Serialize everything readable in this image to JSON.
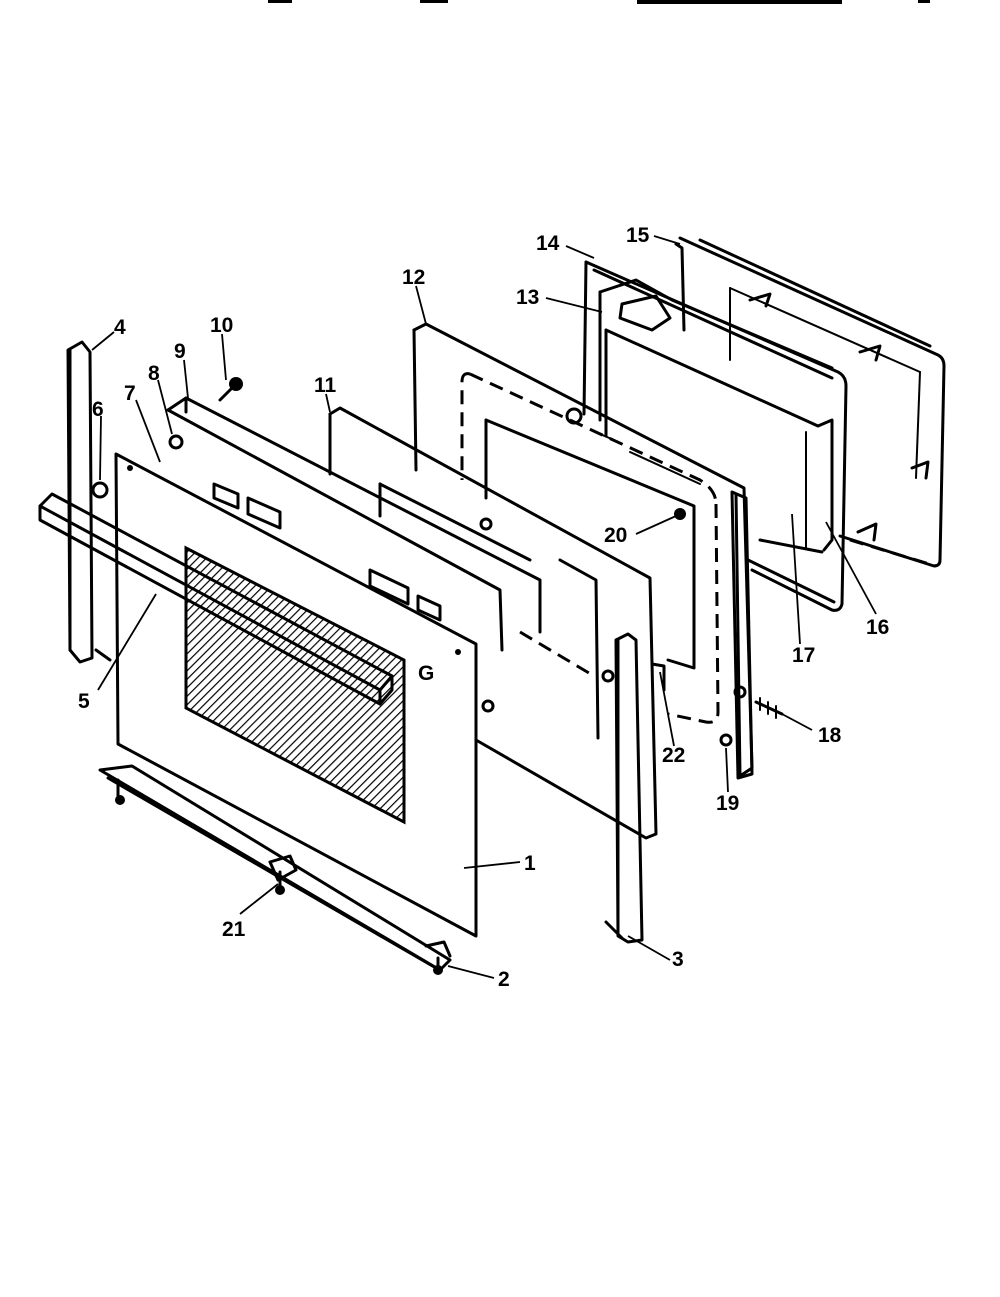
{
  "diagram": {
    "callouts": [
      "1",
      "2",
      "3",
      "4",
      "5",
      "6",
      "7",
      "8",
      "9",
      "10",
      "11",
      "12",
      "13",
      "14",
      "15",
      "16",
      "17",
      "18",
      "19",
      "20",
      "21",
      "22"
    ]
  }
}
